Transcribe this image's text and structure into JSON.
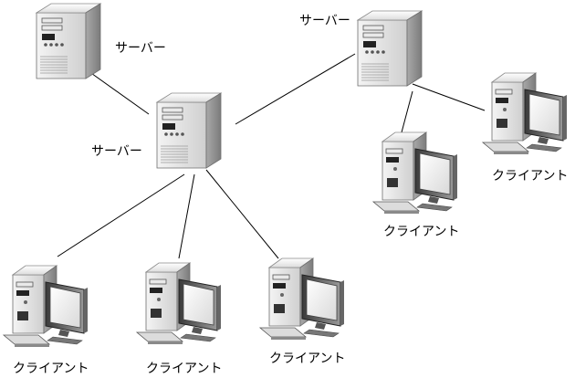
{
  "nodes": {
    "server_top_left": {
      "label": "サーバー"
    },
    "server_center": {
      "label": "サーバー"
    },
    "server_top_right": {
      "label": "サーバー"
    },
    "client_right_top": {
      "label": "クライアント"
    },
    "client_right_mid": {
      "label": "クライアント"
    },
    "client_bottom_1": {
      "label": "クライアント"
    },
    "client_bottom_2": {
      "label": "クライアント"
    },
    "client_bottom_3": {
      "label": "クライアント"
    }
  },
  "icons": {
    "server": "server-tower-icon",
    "client": "desktop-computer-icon"
  }
}
